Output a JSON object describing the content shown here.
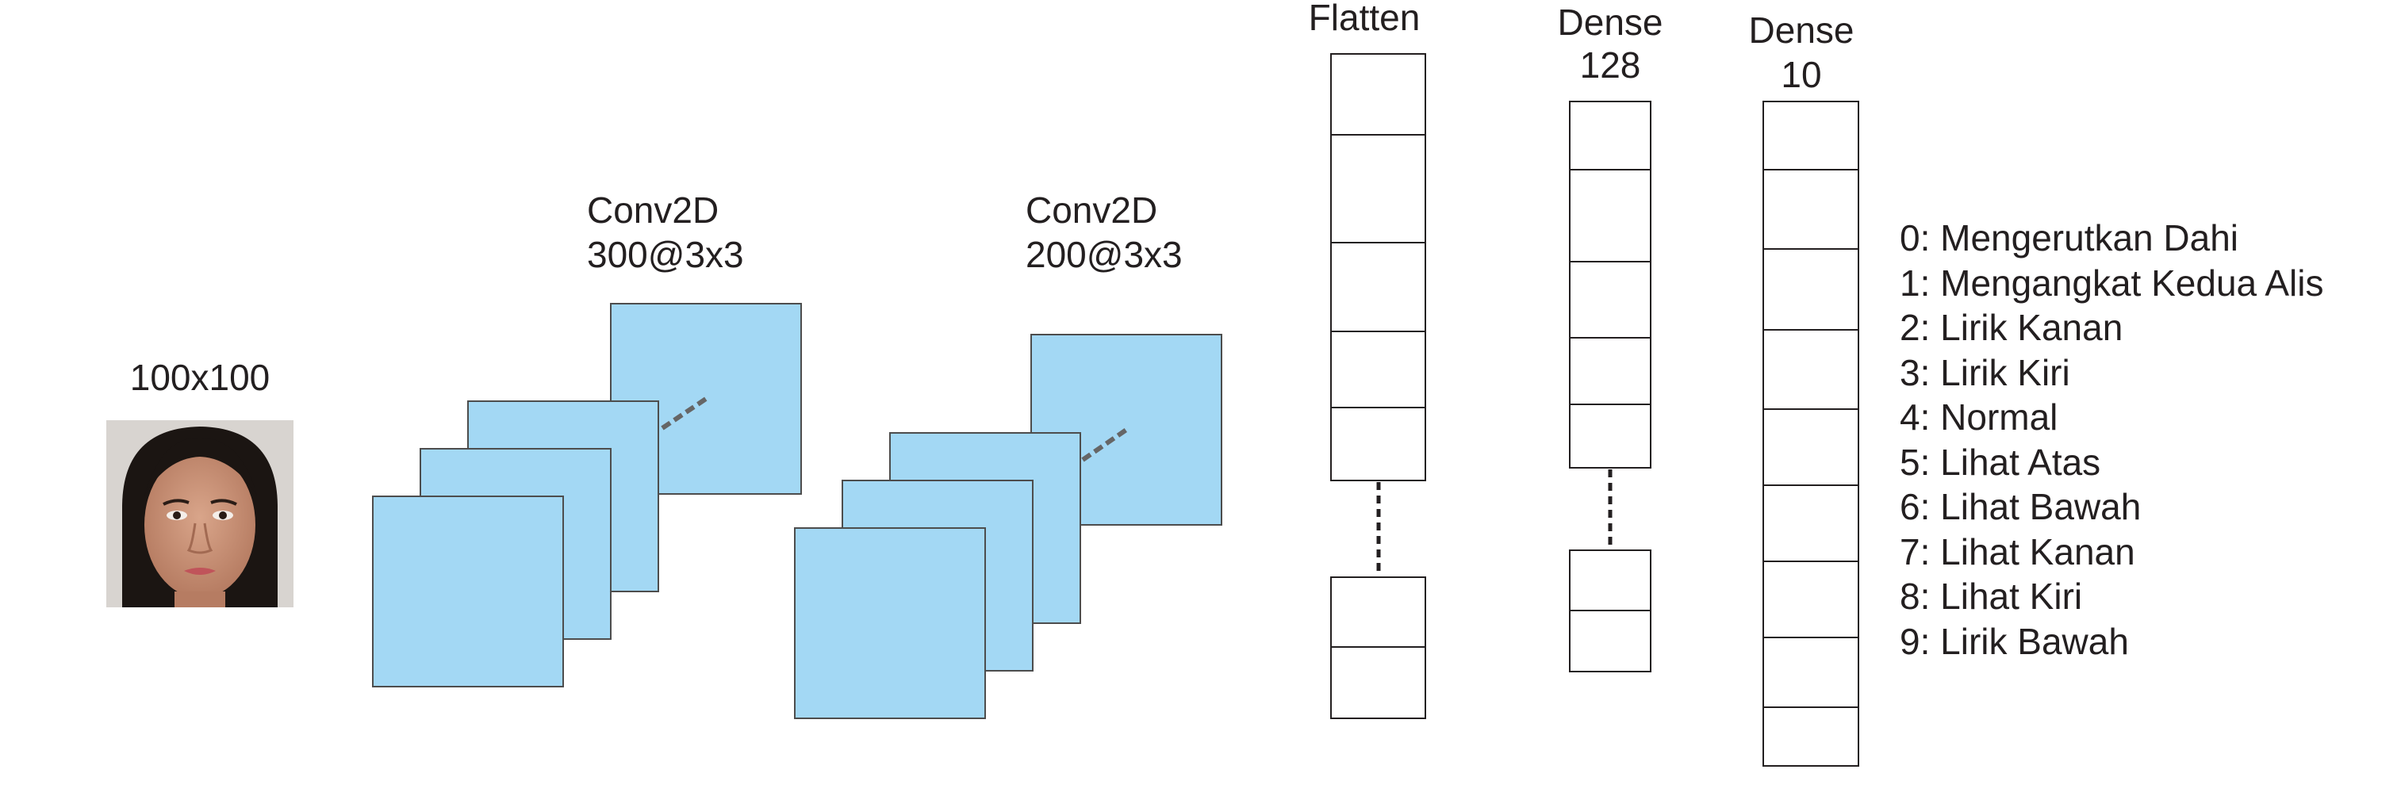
{
  "input": {
    "label": "100x100",
    "image_icon": "face-photo-icon"
  },
  "conv1": {
    "title": "Conv2D",
    "spec": "300@3x3"
  },
  "conv2": {
    "title": "Conv2D",
    "spec": "200@3x3"
  },
  "flatten": {
    "title": "Flatten"
  },
  "dense1": {
    "title": "Dense",
    "units": "128"
  },
  "dense2": {
    "title": "Dense",
    "units": "10"
  },
  "classes": [
    "0: Mengerutkan Dahi",
    "1: Mengangkat Kedua Alis",
    "2: Lirik Kanan",
    "3: Lirik Kiri",
    "4: Normal",
    "5: Lihat Atas",
    "6: Lihat Bawah",
    "7: Lihat Kanan",
    "8: Lihat Kiri",
    "9: Lirik Bawah"
  ],
  "colors": {
    "feature_map": "#a3d8f4",
    "stroke": "#4d4d4d",
    "text": "#231f20"
  }
}
